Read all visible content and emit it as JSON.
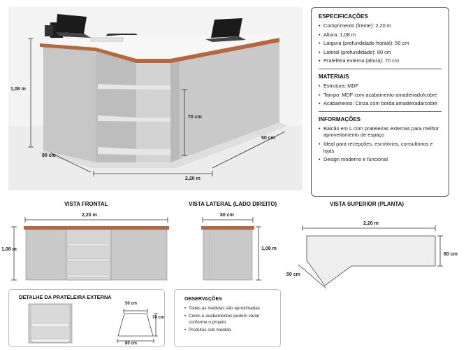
{
  "photo": {
    "dim_height": "1,08 m",
    "dim_depth_left": "80 cm",
    "dim_shelf_height": "70 cm",
    "dim_depth_right": "50 cm",
    "dim_length": "2,20 m"
  },
  "specs": {
    "section1_title": "ESPECIFICAÇÕES",
    "section1_items": [
      "Comprimento (frente): 2,20 m",
      "Altura: 1,08 m",
      "Largura (profundidade frontal): 50 cm",
      "Lateral (profundidade): 80 cm",
      "Prateleira externa (altura): 70 cm"
    ],
    "section2_title": "MATERIAIS",
    "section2_items": [
      "Estrutura: MDF",
      "Tampo: MDF com acabamento amadeirado/cobre",
      "Acabamento: Cinza com borda amadeirada/cobre"
    ],
    "section3_title": "INFORMAÇÕES",
    "section3_items": [
      "Balcão em L com prateleiras externas para melhor aproveitamento de espaço",
      "Ideal para recepções, escritórios, consultórios e lojas",
      "Design moderno e funcional"
    ]
  },
  "views": {
    "front_title": "VISTA FRONTAL",
    "front_width": "2,20 m",
    "front_height": "1,08 m",
    "side_title": "VISTA LATERAL (LADO DIREITO)",
    "side_width": "80 cm",
    "side_height": "1,08 m",
    "top_title": "VISTA SUPERIOR (PLANTA)",
    "top_width": "2,20 m",
    "top_depth": "80 cm",
    "top_side": "50 cm"
  },
  "detail": {
    "title": "DETALHE DA PRATELEIRA EXTERNA",
    "top_width": "50 cm",
    "height": "70 cm",
    "bottom_width": "80 cm"
  },
  "observations": {
    "title": "OBSERVAÇÕES",
    "items": [
      "Todas as medidas são aproximadas",
      "Cores e acabamentos podem variar conforme o projeto",
      "Produtos sob medida"
    ]
  },
  "colors": {
    "body_gray": "#c9c9c9",
    "countertop_copper": "#b5673d",
    "top_white": "#f7f7f7",
    "panel_border": "#555555"
  }
}
